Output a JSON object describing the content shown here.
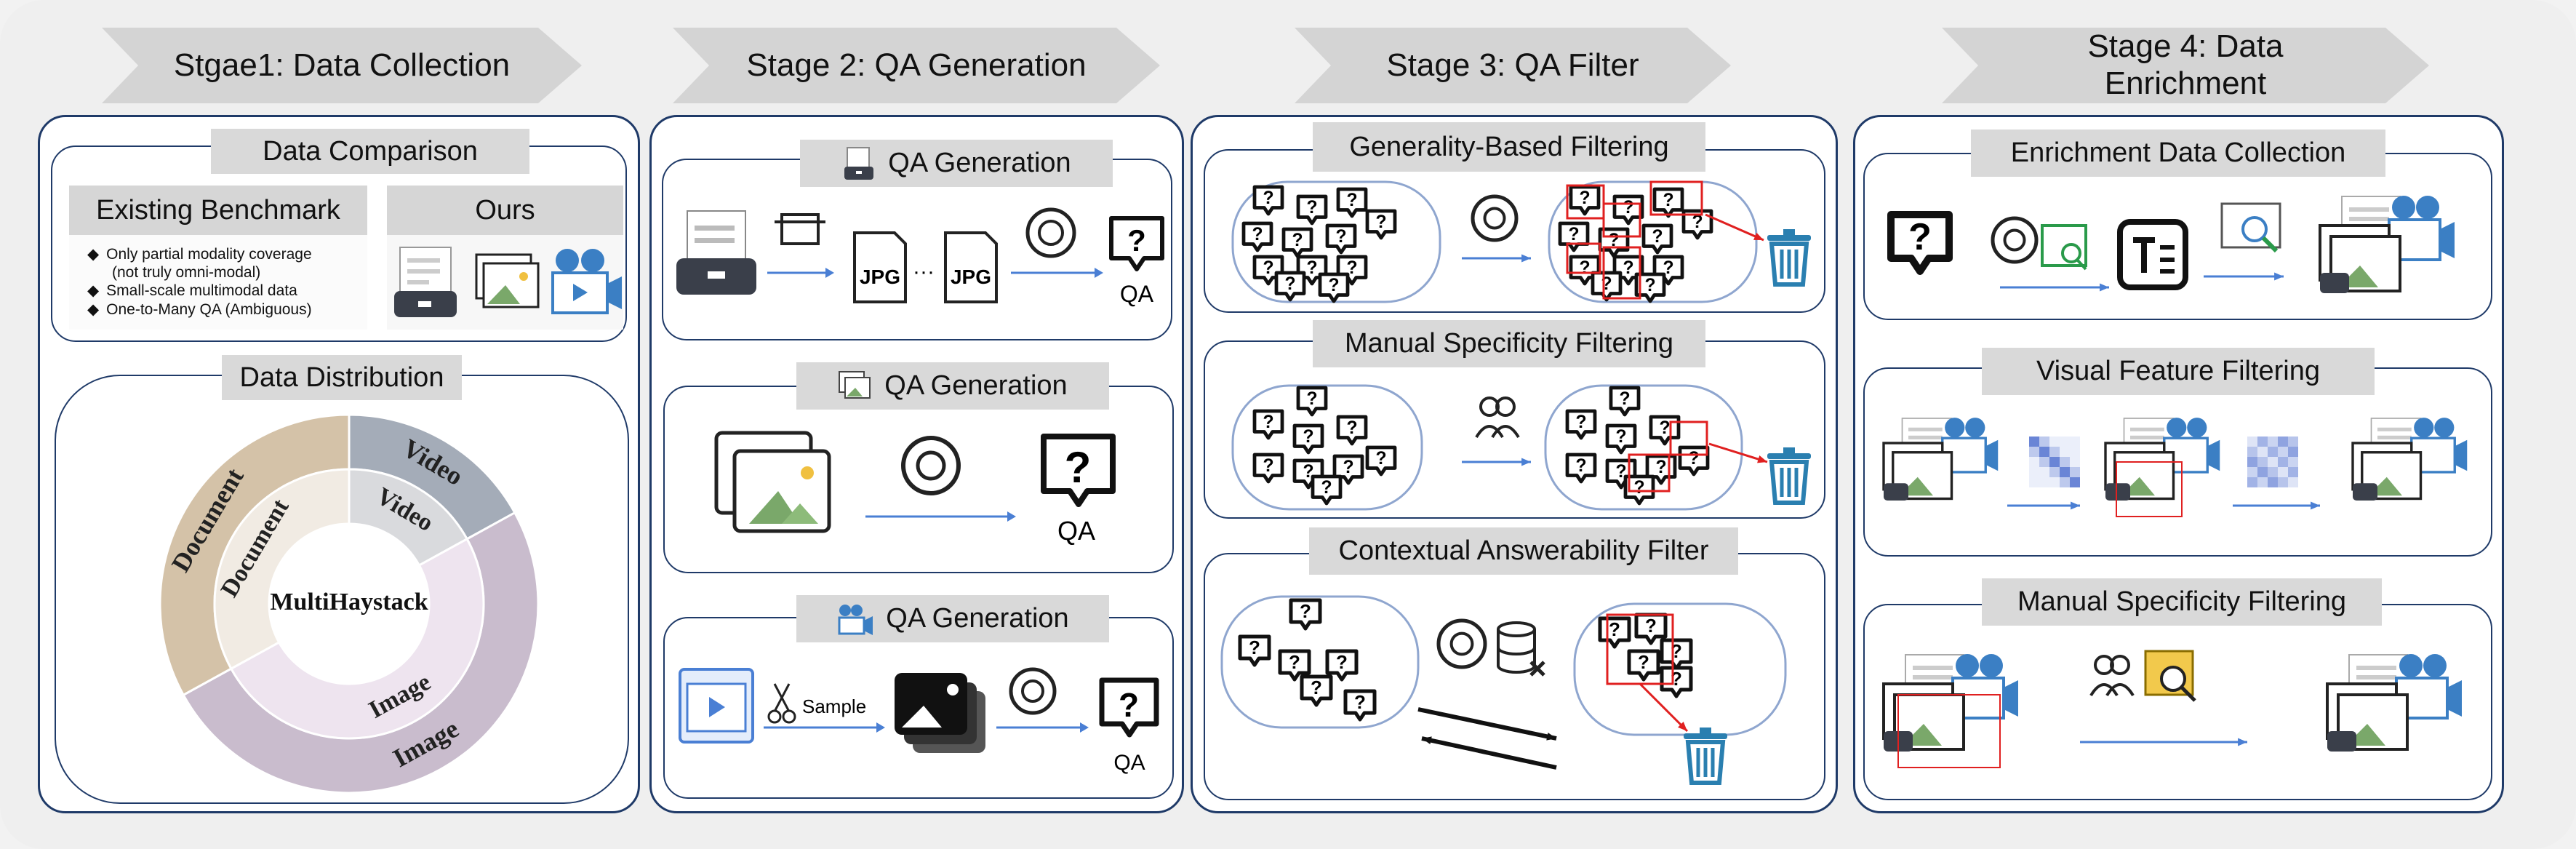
{
  "stages": {
    "s1": {
      "title": "Stgae1: Data Collection"
    },
    "s2": {
      "title": "Stage 2: QA Generation"
    },
    "s3": {
      "title": "Stage 3: QA Filter"
    },
    "s4": {
      "title": "Stage 4: Data Enrichment"
    }
  },
  "stage1": {
    "comparison_title": "Data Comparison",
    "existing_label": "Existing Benchmark",
    "ours_label": "Ours",
    "bullets": [
      "Only partial modality coverage",
      "(not truly omni-modal)",
      "Small-scale multimodal data",
      "One-to-Many QA (Ambiguous)"
    ],
    "distribution_title": "Data Distribution",
    "donut": {
      "center": "MultiHaystack",
      "outer": [
        {
          "label": "Video",
          "value": 17,
          "color": "#a4acb8"
        },
        {
          "label": "Image",
          "value": 50,
          "color": "#c9bccd"
        },
        {
          "label": "Document",
          "value": 33,
          "color": "#d4c2a8"
        }
      ],
      "inner": [
        {
          "label": "Video",
          "value": 17,
          "color": "#d9dadd"
        },
        {
          "label": "Image",
          "value": 50,
          "color": "#eee4ef"
        },
        {
          "label": "Document",
          "value": 33,
          "color": "#f1ebe3"
        }
      ]
    }
  },
  "stage2": {
    "box1_title": "QA Generation",
    "box2_title": "QA Generation",
    "box3_title": "QA Generation",
    "jpg": "JPG",
    "ellipsis": "···",
    "qa": "QA",
    "sample": "Sample"
  },
  "stage3": {
    "generality_title": "Generality-Based Filtering",
    "manual_title": "Manual Specificity Filtering",
    "contextual_title": "Contextual Answerability Filter"
  },
  "stage4": {
    "enrichment_title": "Enrichment Data Collection",
    "visual_title": "Visual Feature Filtering",
    "manual_title": "Manual Specificity Filtering"
  },
  "colors": {
    "border": "#1f3a68",
    "arrow_blue": "#4a7fd4",
    "red": "#e02020",
    "trash": "#2a7fb0"
  }
}
